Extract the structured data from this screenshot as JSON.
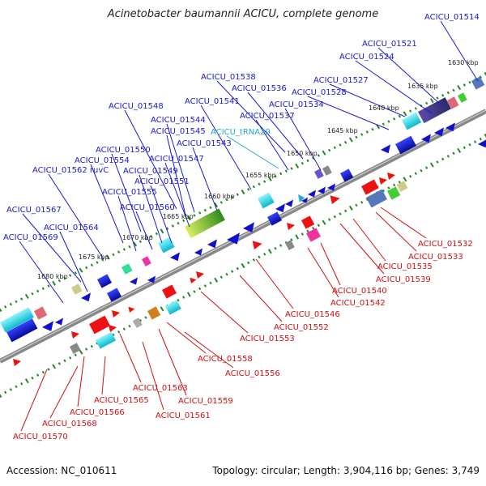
{
  "title": "Acinetobacter baumannii ACICU, complete genome",
  "accession": "Accession: NC_010611",
  "stats": "Topology: circular; Length: 3,904,116 bp; Genes: 3,749",
  "colors": {
    "forward_label": "#1a1acc",
    "reverse_label": "#cc1111",
    "rna_label": "#22aacc",
    "backbone": "#888888",
    "tick": "#228822"
  },
  "kbp_ticks": [
    "1630 kbp",
    "1635 kbp",
    "1640 kbp",
    "1645 kbp",
    "1650 kbp",
    "1655 kbp",
    "1660 kbp",
    "1665 kbp",
    "1670 kbp",
    "1675 kbp",
    "1680 kbp"
  ],
  "upper_labels": [
    {
      "text": "ACICU_01514",
      "kind": "forward"
    },
    {
      "text": "ACICU_01521",
      "kind": "forward"
    },
    {
      "text": "ACICU_01524",
      "kind": "forward"
    },
    {
      "text": "ACICU_01527",
      "kind": "forward"
    },
    {
      "text": "ACICU_01528",
      "kind": "forward"
    },
    {
      "text": "ACICU_01538",
      "kind": "forward"
    },
    {
      "text": "ACICU_01536",
      "kind": "forward"
    },
    {
      "text": "ACICU_01541",
      "kind": "forward"
    },
    {
      "text": "ACICU_01534",
      "kind": "forward"
    },
    {
      "text": "ACICU_01548",
      "kind": "forward"
    },
    {
      "text": "ACICU_01537",
      "kind": "forward"
    },
    {
      "text": "ACICU_01544",
      "kind": "forward"
    },
    {
      "text": "ACICU_01545",
      "kind": "forward"
    },
    {
      "text": "ACICU_tRNA29",
      "kind": "rna"
    },
    {
      "text": "ACICU_01543",
      "kind": "forward"
    },
    {
      "text": "ACICU_01550",
      "kind": "forward"
    },
    {
      "text": "ACICU_01554",
      "kind": "forward"
    },
    {
      "text": "ACICU_01547",
      "kind": "forward"
    },
    {
      "text": "ACICU_01562 ruvC",
      "kind": "forward"
    },
    {
      "text": "ACICU_01549",
      "kind": "forward"
    },
    {
      "text": "ACICU_01551",
      "kind": "forward"
    },
    {
      "text": "ACICU_01555",
      "kind": "forward"
    },
    {
      "text": "ACICU_01560",
      "kind": "forward"
    },
    {
      "text": "ACICU_01567",
      "kind": "forward"
    },
    {
      "text": "ACICU_01564",
      "kind": "forward"
    },
    {
      "text": "ACICU_01569",
      "kind": "forward"
    }
  ],
  "lower_labels": [
    {
      "text": "ACICU_01532",
      "kind": "reverse"
    },
    {
      "text": "ACICU_01533",
      "kind": "reverse"
    },
    {
      "text": "ACICU_01535",
      "kind": "reverse"
    },
    {
      "text": "ACICU_01539",
      "kind": "reverse"
    },
    {
      "text": "ACICU_01540",
      "kind": "reverse"
    },
    {
      "text": "ACICU_01542",
      "kind": "reverse"
    },
    {
      "text": "ACICU_01546",
      "kind": "reverse"
    },
    {
      "text": "ACICU_01552",
      "kind": "reverse"
    },
    {
      "text": "ACICU_01553",
      "kind": "reverse"
    },
    {
      "text": "ACICU_01558",
      "kind": "reverse"
    },
    {
      "text": "ACICU_01556",
      "kind": "reverse"
    },
    {
      "text": "ACICU_01563",
      "kind": "reverse"
    },
    {
      "text": "ACICU_01565",
      "kind": "reverse"
    },
    {
      "text": "ACICU_01559",
      "kind": "reverse"
    },
    {
      "text": "ACICU_01566",
      "kind": "reverse"
    },
    {
      "text": "ACICU_01561",
      "kind": "reverse"
    },
    {
      "text": "ACICU_01568",
      "kind": "reverse"
    },
    {
      "text": "ACICU_01570",
      "kind": "reverse"
    }
  ]
}
